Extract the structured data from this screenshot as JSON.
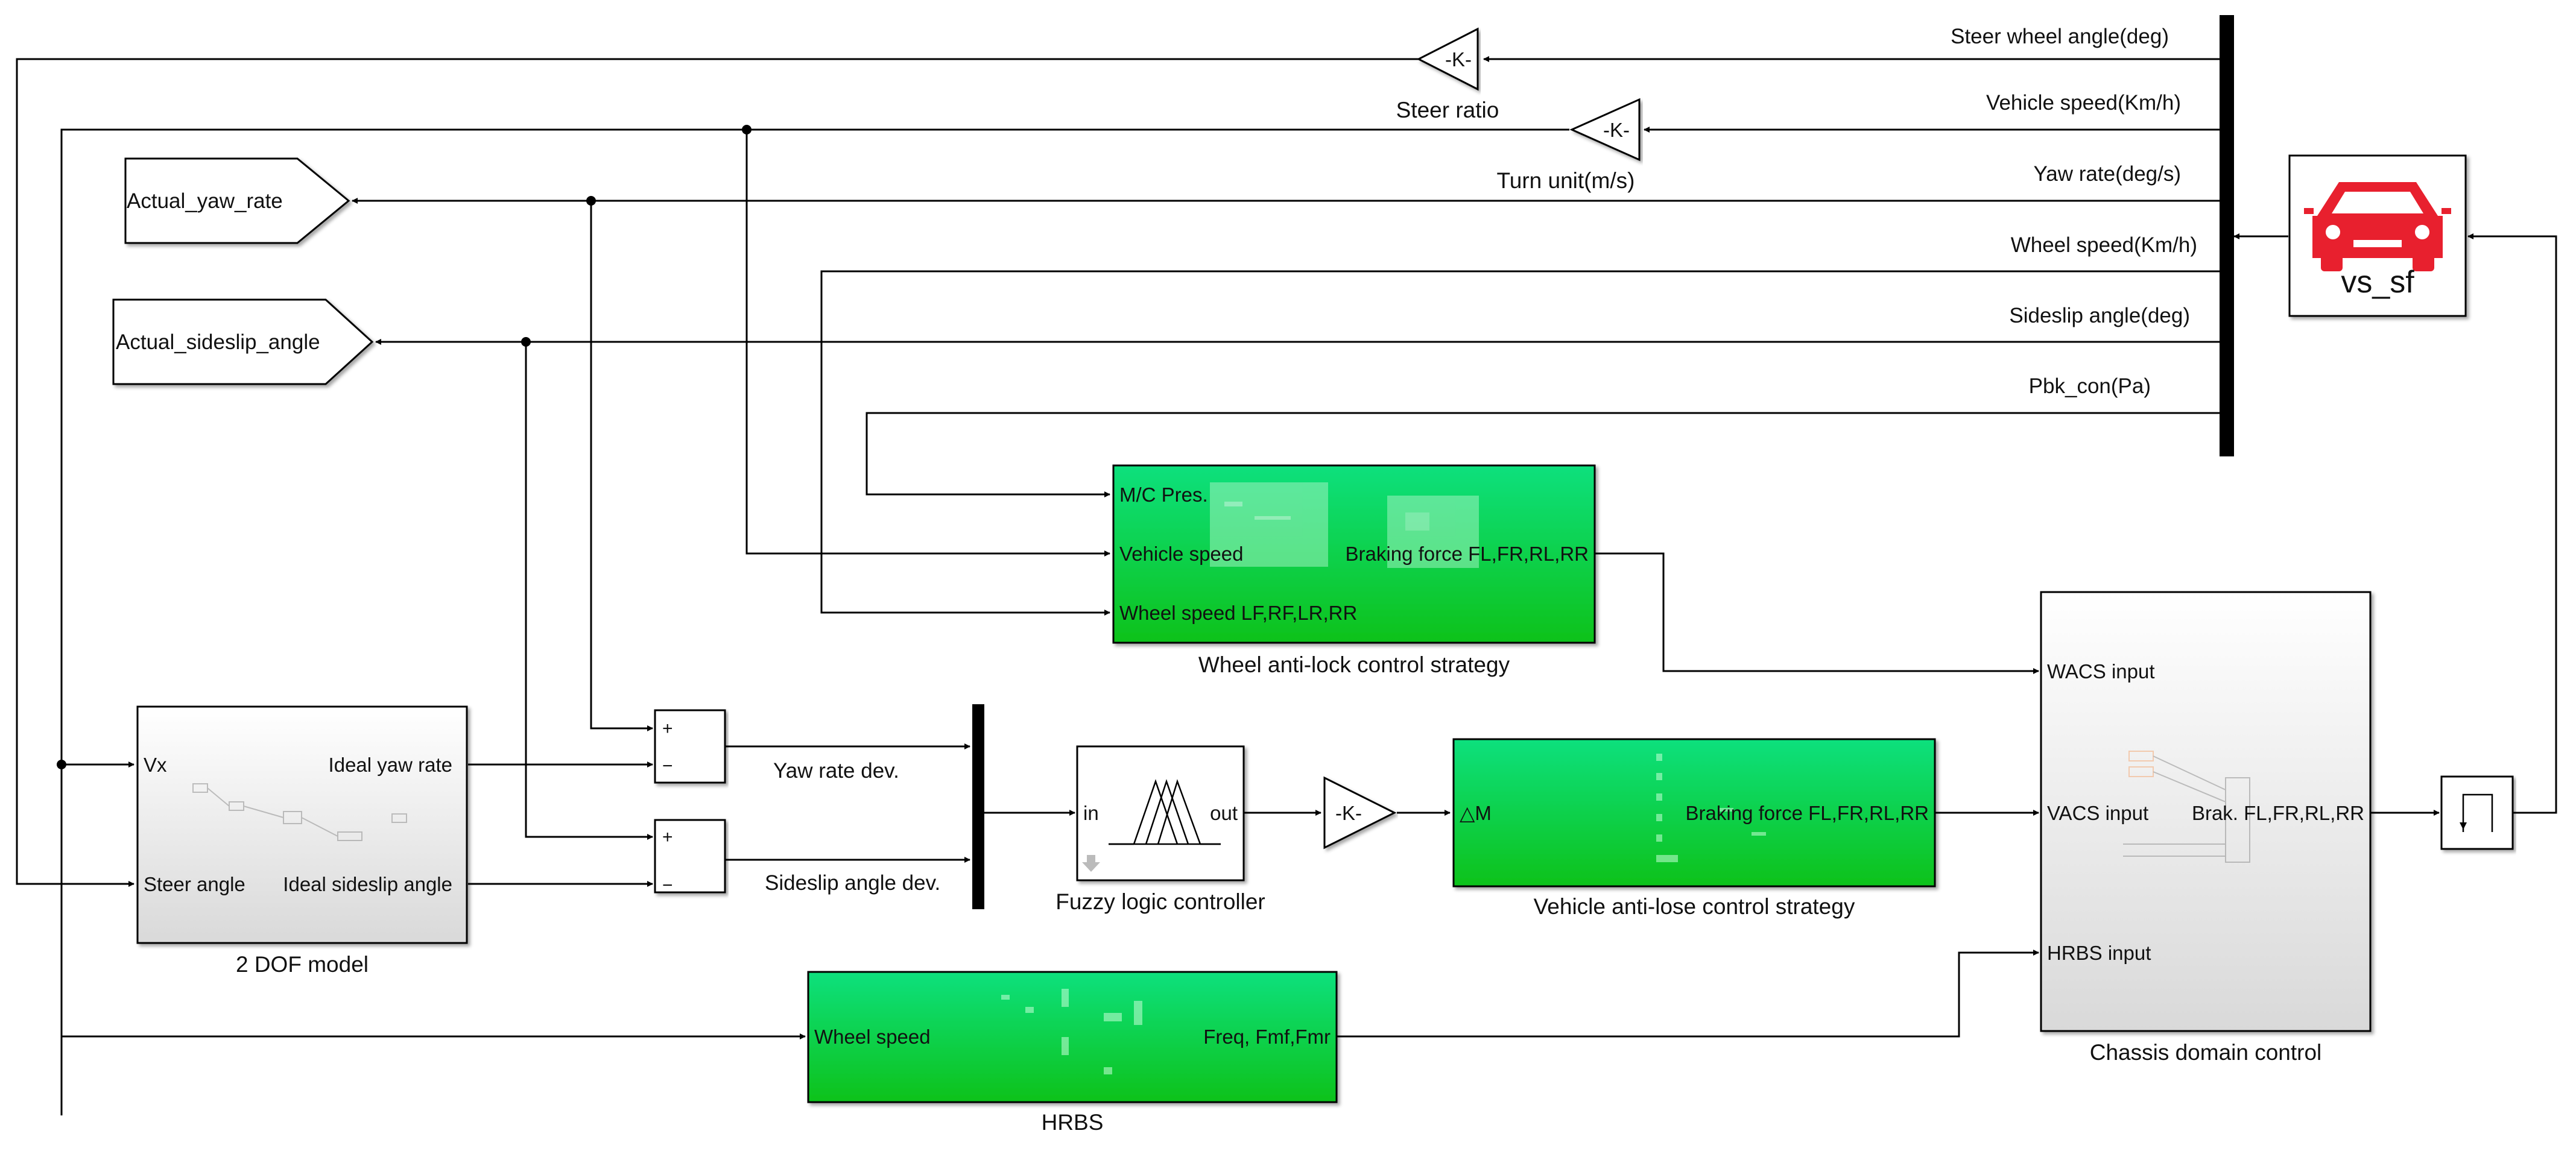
{
  "signals": {
    "steer_wheel_angle": "Steer wheel angle(deg)",
    "vehicle_speed": "Vehicle speed(Km/h)",
    "yaw_rate": "Yaw rate(deg/s)",
    "wheel_speed": "Wheel speed(Km/h)",
    "sideslip_angle": "Sideslip angle(deg)",
    "pbk_con": "Pbk_con(Pa)",
    "yaw_rate_dev": "Yaw rate dev.",
    "sideslip_angle_dev": "Sideslip angle dev."
  },
  "gains": {
    "steer_ratio": {
      "symbol": "-K-",
      "caption": "Steer ratio"
    },
    "turn_unit": {
      "symbol": "-K-",
      "caption": "Turn unit(m/s)"
    },
    "fuzzy_gain": {
      "symbol": "-K-"
    }
  },
  "goto_tags": {
    "actual_yaw_rate": "Actual_yaw_rate",
    "actual_sideslip_angle": "Actual_sideslip_angle"
  },
  "vehicle_block": {
    "label": "vs_sf",
    "accent": "#e8202e"
  },
  "wheel_antilock": {
    "caption": "Wheel anti-lock control strategy",
    "in_mc": "M/C Pres.",
    "in_speed": "Vehicle speed",
    "in_wheel": "Wheel speed LF,RF,LR,RR",
    "out": "Braking force FL,FR,RL,RR"
  },
  "dof_model": {
    "caption": "2 DOF model",
    "in_vx": "Vx",
    "in_steer": "Steer angle",
    "out_yaw": "Ideal yaw rate",
    "out_sideslip": "Ideal sideslip angle"
  },
  "sum_signs": {
    "plus": "+",
    "minus": "−"
  },
  "fuzzy": {
    "caption": "Fuzzy logic controller",
    "in": "in",
    "out": "out"
  },
  "vehicle_antilose": {
    "caption": "Vehicle anti-lose control strategy",
    "in": "△M",
    "out": "Braking force FL,FR,RL,RR"
  },
  "chassis": {
    "caption": "Chassis domain control",
    "in_wacs": "WACS input",
    "in_vacs": "VACS input",
    "in_hrbs": "HRBS input",
    "out": "Brak. FL,FR,RL,RR"
  },
  "hrbs": {
    "caption": "HRBS",
    "in": "Wheel speed",
    "out": "Freq, Fmf,Fmr"
  },
  "colors": {
    "subsystem_green_top": "#0fd66b",
    "subsystem_green_bottom": "#12c21c",
    "subsystem_gray": "#e6e6e6",
    "line": "#000000"
  }
}
